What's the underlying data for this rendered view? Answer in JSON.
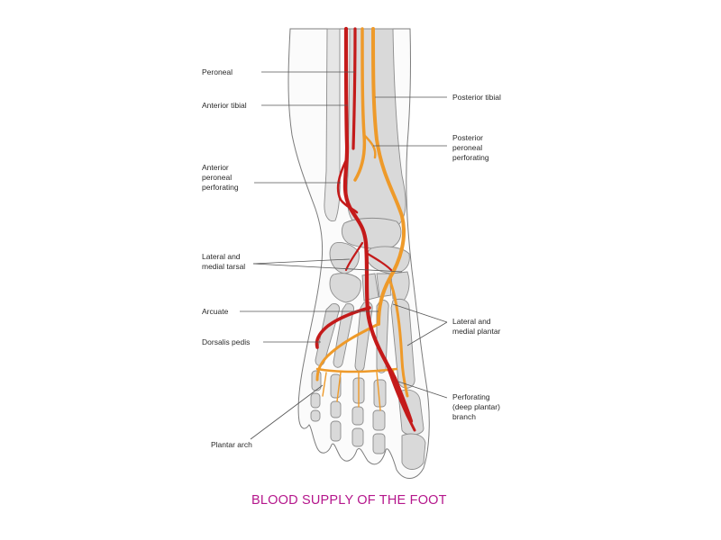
{
  "labels_left": {
    "peroneal": "Peroneal",
    "anterior_tibial": "Anterior tibial",
    "anterior_peroneal_perforating": [
      "Anterior",
      "peroneal",
      "perforating"
    ],
    "lateral_medial_tarsal": [
      "Lateral and",
      "medial tarsal"
    ],
    "arcuate": "Arcuate",
    "dorsalis_pedis": "Dorsalis pedis",
    "plantar_arch": "Plantar arch"
  },
  "labels_right": {
    "posterior_tibial": "Posterior tibial",
    "posterior_peroneal_perforating": [
      "Posterior",
      "peroneal",
      "perforating"
    ],
    "lateral_medial_plantar": [
      "Lateral and",
      "medial plantar"
    ],
    "perforating_branch": [
      "Perforating",
      "(deep plantar)",
      "branch"
    ]
  },
  "caption": "BLOOD SUPPLY OF THE FOOT",
  "colors": {
    "artery": "#c41a1a",
    "posterior_vessels": "#ee9a2a",
    "bone": "#d9d9d9",
    "caption": "#b5178c"
  }
}
